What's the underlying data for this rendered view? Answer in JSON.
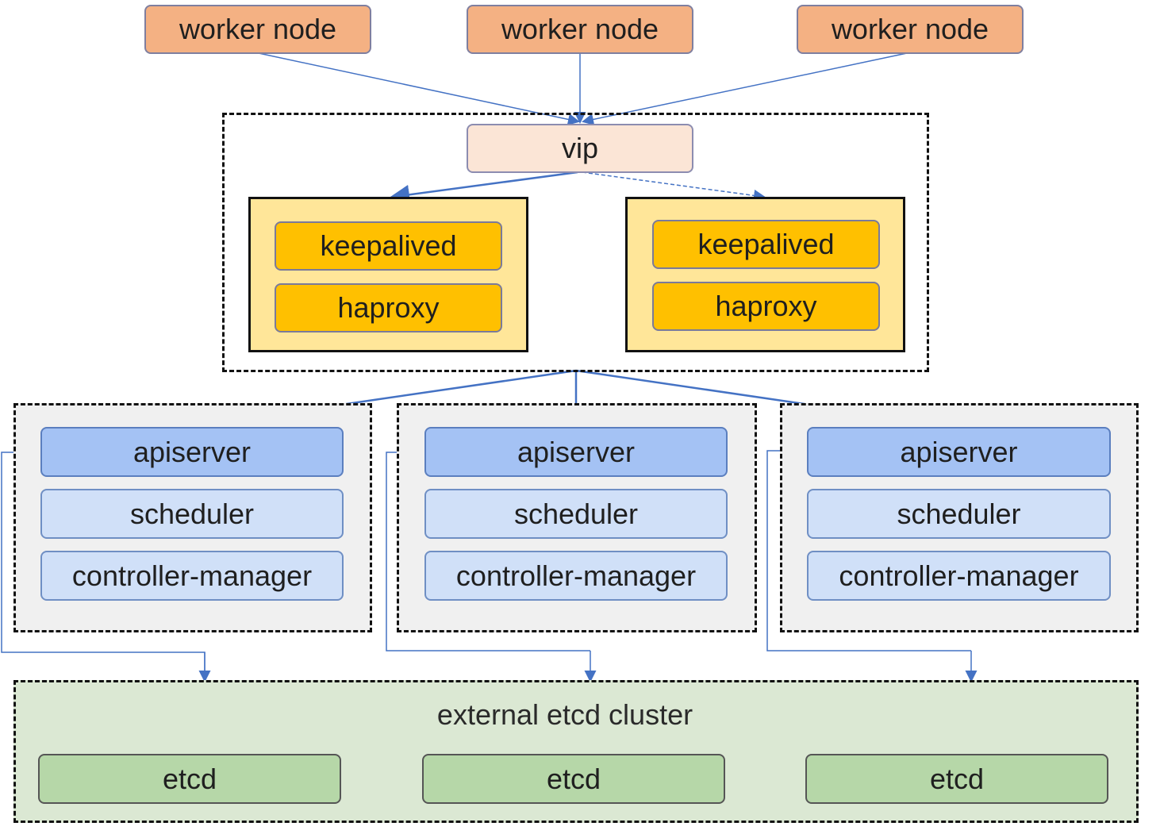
{
  "worker_nodes": [
    "worker node",
    "worker node",
    "worker node"
  ],
  "vip": "vip",
  "load_balancers": [
    {
      "keepalived": "keepalived",
      "haproxy": "haproxy"
    },
    {
      "keepalived": "keepalived",
      "haproxy": "haproxy"
    }
  ],
  "masters": [
    {
      "apiserver": "apiserver",
      "scheduler": "scheduler",
      "controller_manager": "controller-manager"
    },
    {
      "apiserver": "apiserver",
      "scheduler": "scheduler",
      "controller_manager": "controller-manager"
    },
    {
      "apiserver": "apiserver",
      "scheduler": "scheduler",
      "controller_manager": "controller-manager"
    }
  ],
  "etcd_cluster": {
    "label": "external etcd cluster",
    "members": [
      "etcd",
      "etcd",
      "etcd"
    ]
  },
  "colors": {
    "worker": "#f4b183",
    "vip": "#fbe5d6",
    "keepalived_haproxy": "#ffc000",
    "lb_group": "#ffe699",
    "apiserver": "#a4c2f4",
    "component": "#d0e0f8",
    "etcd": "#b6d7a8",
    "etcd_cluster": "#dbe8d3",
    "arrow": "#4472c4"
  }
}
